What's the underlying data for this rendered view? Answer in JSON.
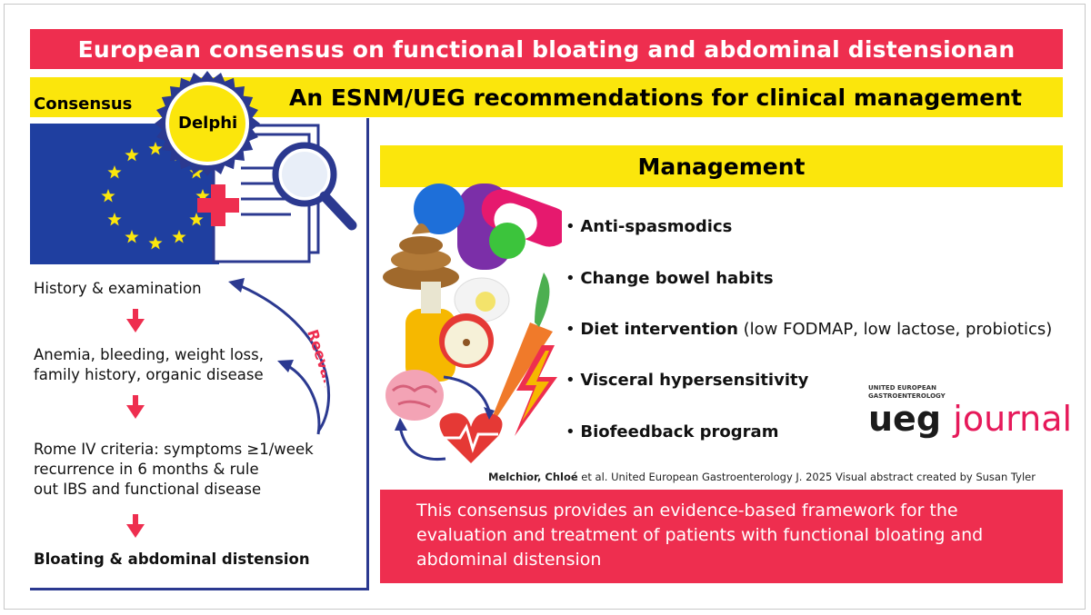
{
  "title": "European consensus on functional bloating and abdominal distensionan",
  "subtitle": "An ESNM/UEG recommendations for clinical management",
  "consensus_label": "Consensus",
  "delphi_label": "Delphi",
  "flow": {
    "step1": "History & examination",
    "step2_line1": "Anemia, bleeding, weight loss,",
    "step2_line2": "family history, organic disease",
    "step3_line1": "Rome IV criteria: symptoms ≥1/week",
    "step3_line2": "recurrence in 6 months & rule",
    "step3_line3": "out IBS and functional disease",
    "step4": "Bloating & abdominal distension",
    "reevaluate": "Reevaluate"
  },
  "management": {
    "heading": "Management",
    "items": [
      {
        "label": "Anti-spasmodics",
        "detail": ""
      },
      {
        "label": "Change bowel habits",
        "detail": ""
      },
      {
        "label": "Diet intervention",
        "detail": " (low FODMAP, low lactose, probiotics)"
      },
      {
        "label": "Visceral hypersensitivity",
        "detail": ""
      },
      {
        "label": "Biofeedback program",
        "detail": ""
      }
    ]
  },
  "citation": {
    "authors": "Melchior, Chloé",
    "rest": " et al. United European Gastroenterology J. 2025 Visual abstract created by Susan Tyler"
  },
  "summary": "This consensus provides an evidence-based framework for the evaluation and treatment of patients with functional bloating and abdominal distension",
  "logo": {
    "small_line1": "UNITED EUROPEAN",
    "small_line2": "GASTROENTEROLOGY",
    "ueg": "ueg",
    "journal": "journal"
  },
  "colors": {
    "red": "#ee2e4f",
    "yellow": "#fbe60c",
    "navy": "#2b3990",
    "flag_blue": "#1f3fa0",
    "logo_pink": "#e6195a"
  }
}
